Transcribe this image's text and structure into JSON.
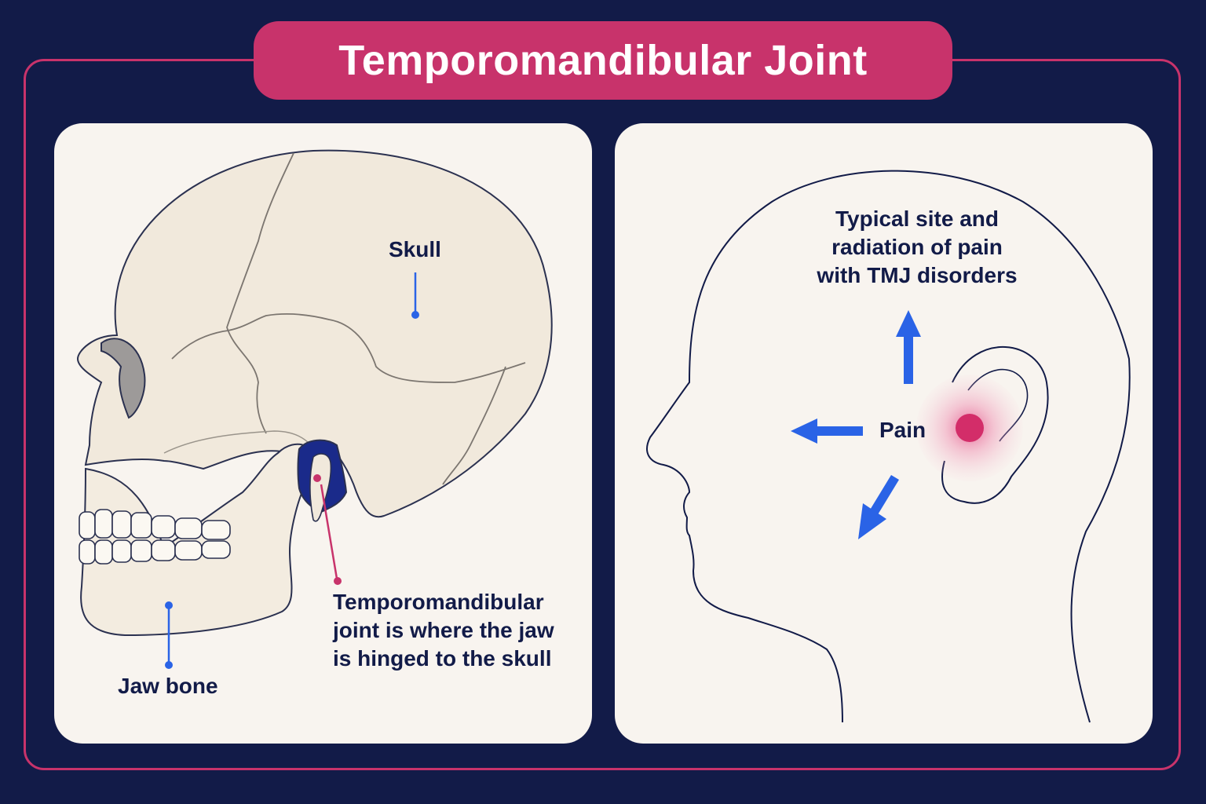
{
  "title": "Temporomandibular Joint",
  "left_panel": {
    "skull_label": "Skull",
    "jaw_label": "Jaw bone",
    "tmj_label_lines": [
      "Temporomandibular",
      "joint is where the jaw",
      "is hinged to the skull"
    ]
  },
  "right_panel": {
    "radiation_label_lines": [
      "Typical site and",
      "radiation of pain",
      "with TMJ disorders"
    ],
    "pain_label": "Pain"
  },
  "colors": {
    "background": "#121b48",
    "accent_pink": "#c8336b",
    "arrow_blue": "#2a63e6",
    "panel_bg": "#f8f4ef",
    "bone": "#f1e9dc"
  }
}
